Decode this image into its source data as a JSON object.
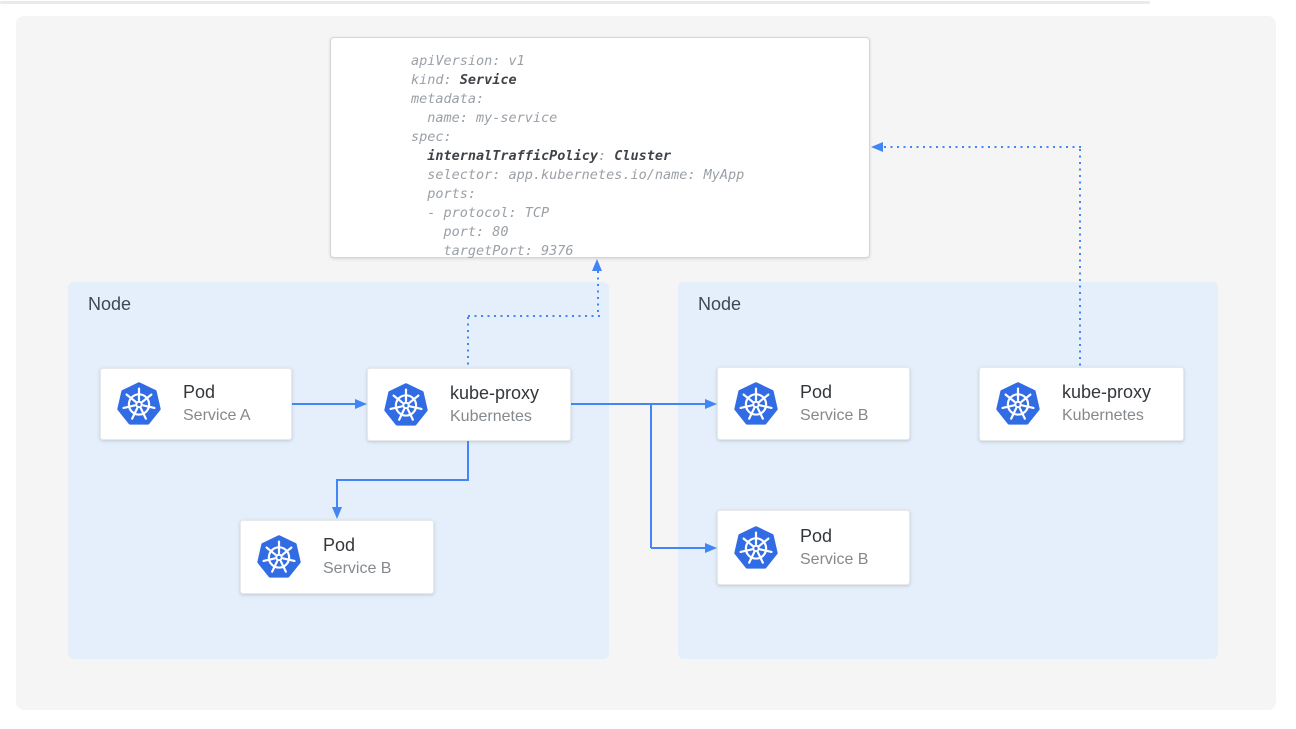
{
  "colors": {
    "accent_blue": "#4285f4",
    "kubernetes_blue": "#326ce5",
    "node_fill": "#e4effb",
    "panel_fill": "#f5f5f6",
    "yaml_text_gray": "#9aa0a6",
    "yaml_text_bold": "#3f4347"
  },
  "yaml_card": {
    "lines": [
      [
        {
          "text": "apiVersion: v1",
          "bold": false
        }
      ],
      [
        {
          "text": "kind: ",
          "bold": false
        },
        {
          "text": "Service",
          "bold": true
        }
      ],
      [
        {
          "text": "metadata:",
          "bold": false
        }
      ],
      [
        {
          "text": "  name: my-service",
          "bold": false
        }
      ],
      [
        {
          "text": "spec:",
          "bold": false
        }
      ],
      [
        {
          "text": "  ",
          "bold": false
        },
        {
          "text": "internalTrafficPolicy",
          "bold": true
        },
        {
          "text": ": ",
          "bold": false
        },
        {
          "text": "Cluster",
          "bold": true
        }
      ],
      [
        {
          "text": "  selector: app.kubernetes.io/name: MyApp",
          "bold": false
        }
      ],
      [
        {
          "text": "  ports:",
          "bold": false
        }
      ],
      [
        {
          "text": "  - protocol: TCP",
          "bold": false
        }
      ],
      [
        {
          "text": "    port: 80",
          "bold": false
        }
      ],
      [
        {
          "text": "    targetPort: 9376",
          "bold": false
        }
      ]
    ]
  },
  "nodes": [
    {
      "label": "Node",
      "cards": [
        {
          "title": "Pod",
          "subtitle": "Service A",
          "icon": "kubernetes-icon"
        },
        {
          "title": "kube-proxy",
          "subtitle": "Kubernetes",
          "icon": "kubernetes-icon"
        },
        {
          "title": "Pod",
          "subtitle": "Service B",
          "icon": "kubernetes-icon"
        }
      ]
    },
    {
      "label": "Node",
      "cards": [
        {
          "title": "Pod",
          "subtitle": "Service B",
          "icon": "kubernetes-icon"
        },
        {
          "title": "Pod",
          "subtitle": "Service B",
          "icon": "kubernetes-icon"
        },
        {
          "title": "kube-proxy",
          "subtitle": "Kubernetes",
          "icon": "kubernetes-icon"
        }
      ]
    }
  ]
}
